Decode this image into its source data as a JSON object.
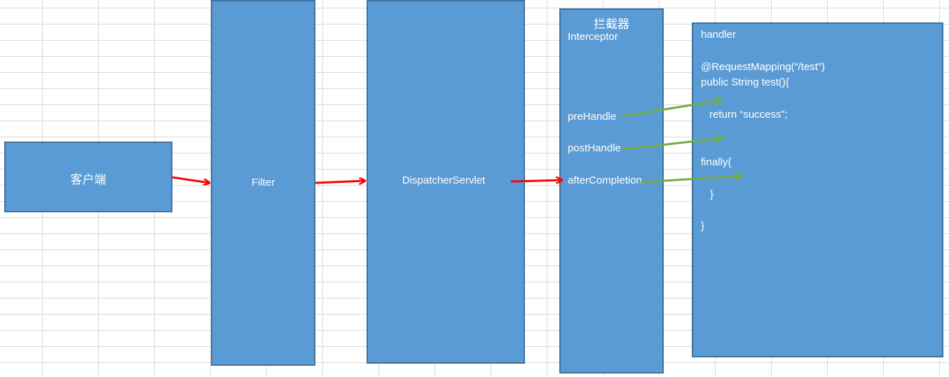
{
  "client": {
    "label": "客户端"
  },
  "filter": {
    "label": "Filter"
  },
  "dispatcher": {
    "label": "DispatcherServlet"
  },
  "interceptor": {
    "title_cn": "拦截器",
    "title_en": "Interceptor",
    "methods": [
      "preHandle",
      "postHandle",
      "afterCompletion"
    ]
  },
  "handler": {
    "lines": [
      "handler",
      "@RequestMapping(“/test”)",
      "public String test(){",
      "return “success”;",
      "finally{",
      "}",
      "}"
    ]
  },
  "colors": {
    "box_fill": "#5b9bd5",
    "box_border": "#41719c",
    "request_arrow": "#ff0000",
    "hook_arrow": "#70ad47"
  }
}
